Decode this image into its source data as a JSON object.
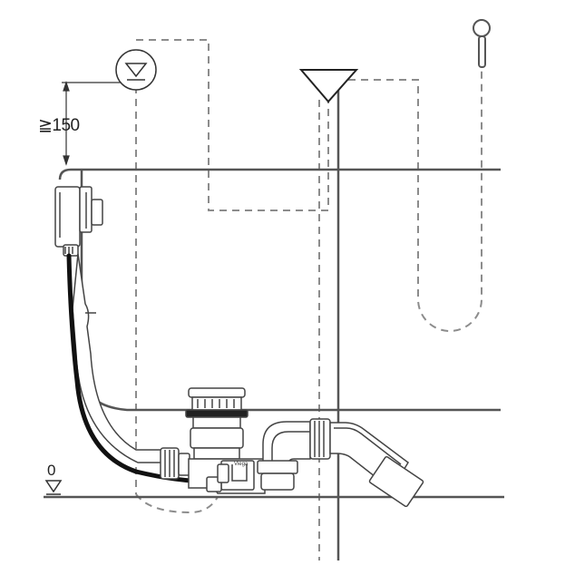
{
  "labels": {
    "min_height": "≧150",
    "floor_level": "0"
  },
  "logo_text": "Viega",
  "colors": {
    "line": "#555555",
    "dashed": "#8c8c8c",
    "hose": "#111111",
    "fill": "#ffffff"
  },
  "icons": {
    "water_level_symbol": "triangle-down-icon",
    "inlet_symbol": "inlet-triangle-icon",
    "shower_head": "hand-shower-icon"
  }
}
